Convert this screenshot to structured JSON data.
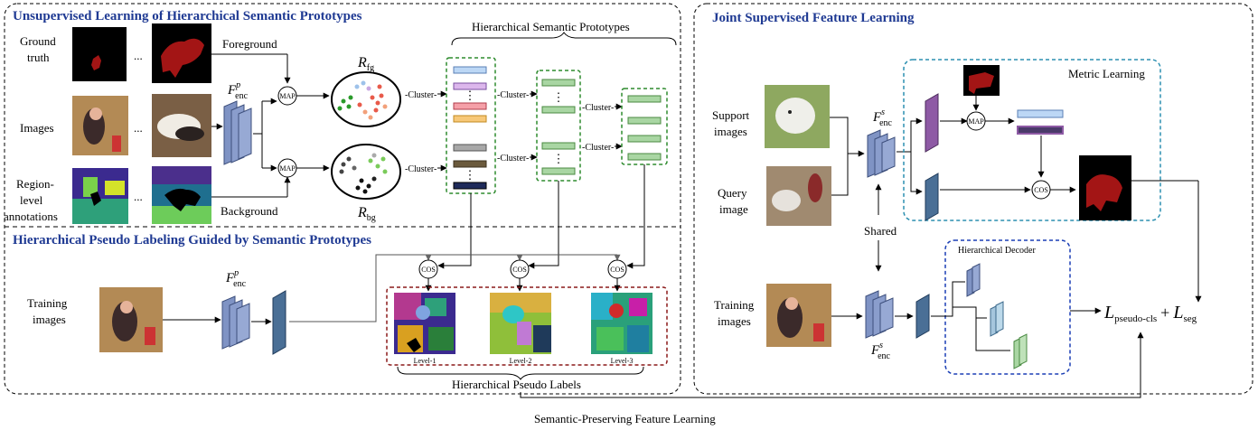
{
  "left_panel": {
    "title_top": "Unsupervised Learning of Hierarchical Semantic Prototypes",
    "title_bottom": "Hierarchical Pseudo Labeling Guided by Semantic Prototypes",
    "rows": [
      "Ground",
      "truth",
      "Images",
      "Region-",
      "level",
      "annotations"
    ],
    "ellipsis": "...",
    "foreground": "Foreground",
    "background": "Background",
    "encoder": "F",
    "encoder_sup": "p",
    "encoder_sub": "enc",
    "map": "MAP",
    "r_fg": "R",
    "r_fg_sub": "fg",
    "r_bg": "R",
    "r_bg_sub": "bg",
    "cluster": "-Cluster-",
    "prototypes_title": "Hierarchical Semantic Prototypes",
    "vdots": "⋮",
    "cos": "COS",
    "training_images": [
      "Training",
      "images"
    ],
    "levels": [
      "Level-1",
      "Level-2",
      "Level-3"
    ],
    "pseudo_labels": "Hierarchical Pseudo Labels"
  },
  "right_panel": {
    "title": "Joint Supervised Feature Learning",
    "support": [
      "Support",
      "images"
    ],
    "query": [
      "Query",
      "image"
    ],
    "training": [
      "Training",
      "images"
    ],
    "encoder_sup": "s",
    "shared": "Shared",
    "metric_learning": "Metric Learning",
    "decoder_title": "Hierarchical Decoder",
    "loss_pseudo": "L",
    "loss_pseudo_sub": "pseudo-cls",
    "plus": "+",
    "loss_seg": "L",
    "loss_seg_sub": "seg"
  },
  "footer": "Semantic-Preserving Feature Learning",
  "colors": {
    "title": "#1f3a93",
    "proto_box": "#2e8b2e",
    "metric_box": "#2b8fb0",
    "decoder_box": "#1b3fb5",
    "pseudo_box": "#8b1a1a",
    "encoder_fill": "#7f93c4",
    "feature_fill": "#4a6f96",
    "purple_fill": "#8e5aa5",
    "green_bar": "#a9d6a3"
  }
}
